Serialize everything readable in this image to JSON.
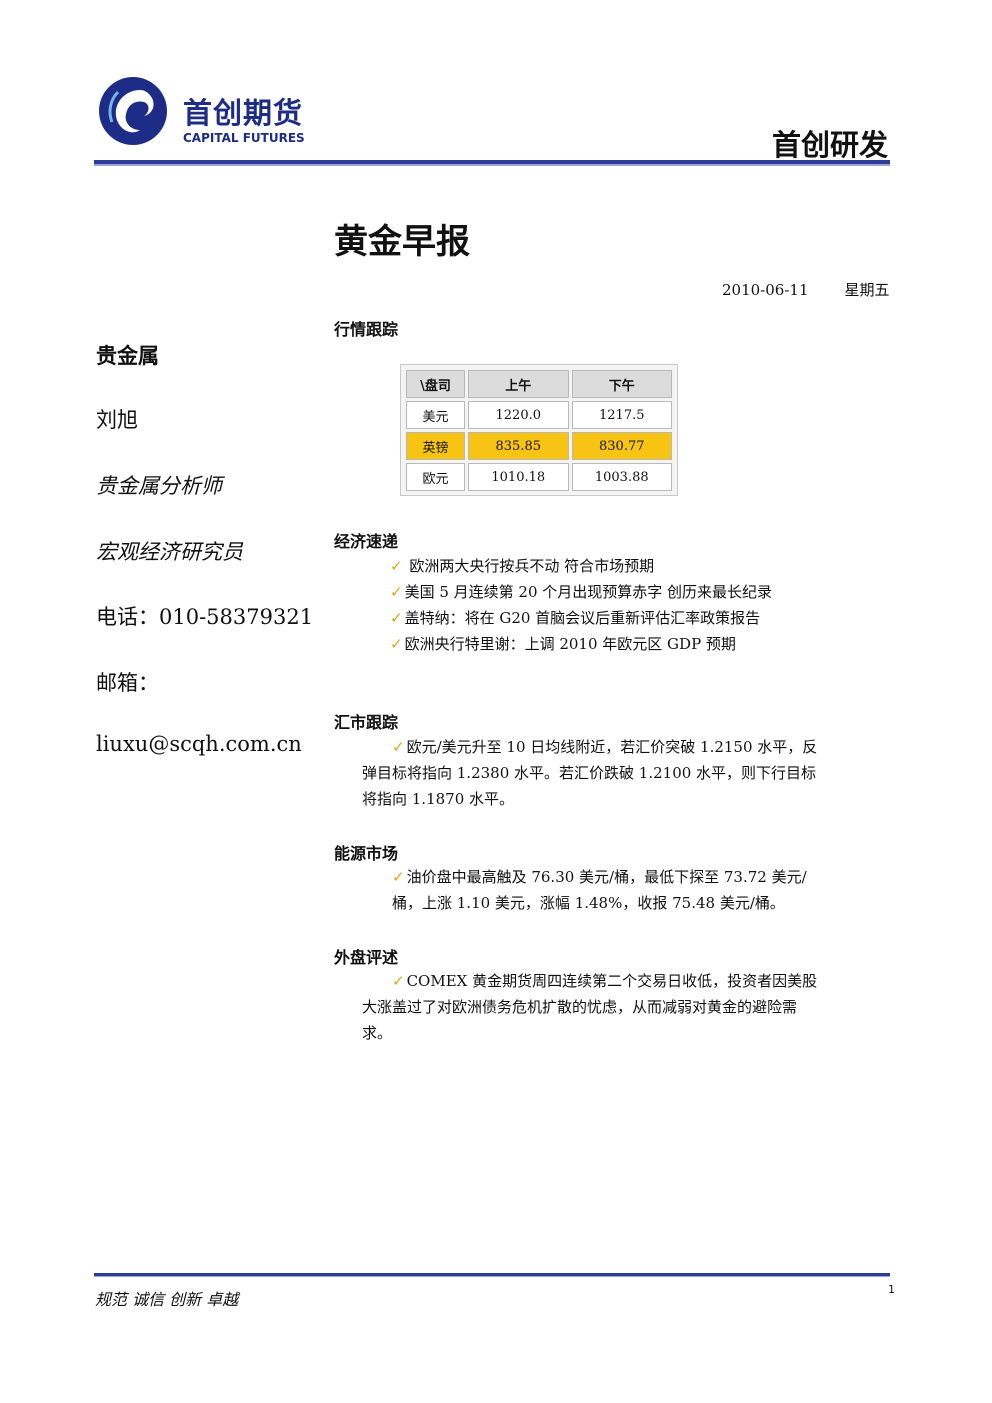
{
  "header": {
    "logo_cn": "首创期货",
    "logo_en": "CAPITAL FUTURES",
    "department": "首创研发",
    "colors": {
      "brand_blue": "#1d2c86",
      "rule_blue": "#2b3b96",
      "highlight": "#f8c414",
      "check": "#e3a21a"
    }
  },
  "title": "黄金早报",
  "date": "2010-06-11",
  "weekday": "星期五",
  "analyst": {
    "sector": "贵金属",
    "name": "刘旭",
    "role1": "贵金属分析师",
    "role2": "宏观经济研究员",
    "phone": "电话：010-58379321",
    "email_label": "邮箱：",
    "email": "liuxu@scqh.com.cn"
  },
  "market": {
    "heading": "行情跟踪",
    "table": {
      "headers": [
        "\\盘司",
        "上午",
        "下午"
      ],
      "rows": [
        [
          "美元",
          "1220.0",
          "1217.5"
        ],
        [
          "英镑",
          "835.85",
          "830.77"
        ],
        [
          "欧元",
          "1010.18",
          "1003.88"
        ]
      ]
    }
  },
  "economy": {
    "heading": "经济速递",
    "items": [
      " 欧洲两大央行按兵不动 符合市场预期",
      "美国 5 月连续第 20 个月出现预算赤字 创历来最长纪录",
      "盖特纳：将在 G20 首脑会议后重新评估汇率政策报告",
      "欧洲央行特里谢：上调 2010 年欧元区 GDP 预期"
    ]
  },
  "forex": {
    "heading": "汇市跟踪",
    "line1": "欧元/美元升至 10 日均线附近，若汇价突破 1.2150 水平，反",
    "line2": "弹目标将指向 1.2380 水平。若汇价跌破 1.2100 水平，则下行目标",
    "line3": "将指向 1.1870 水平。"
  },
  "energy": {
    "heading": "能源市场",
    "line1": "油价盘中最高触及 76.30 美元/桶，最低下探至 73.72 美元/",
    "line2": "桶，上涨 1.10 美元，涨幅 1.48%，收报 75.48 美元/桶。"
  },
  "overseas": {
    "heading": "外盘评述",
    "line1": "COMEX 黄金期货周四连续第二个交易日收低，投资者因美股",
    "line2": "大涨盖过了对欧洲债务危机扩散的忧虑，从而减弱对黄金的避险需",
    "line3": "求。"
  },
  "footer": {
    "slogan": "规范 诚信 创新 卓越",
    "page": "1"
  }
}
